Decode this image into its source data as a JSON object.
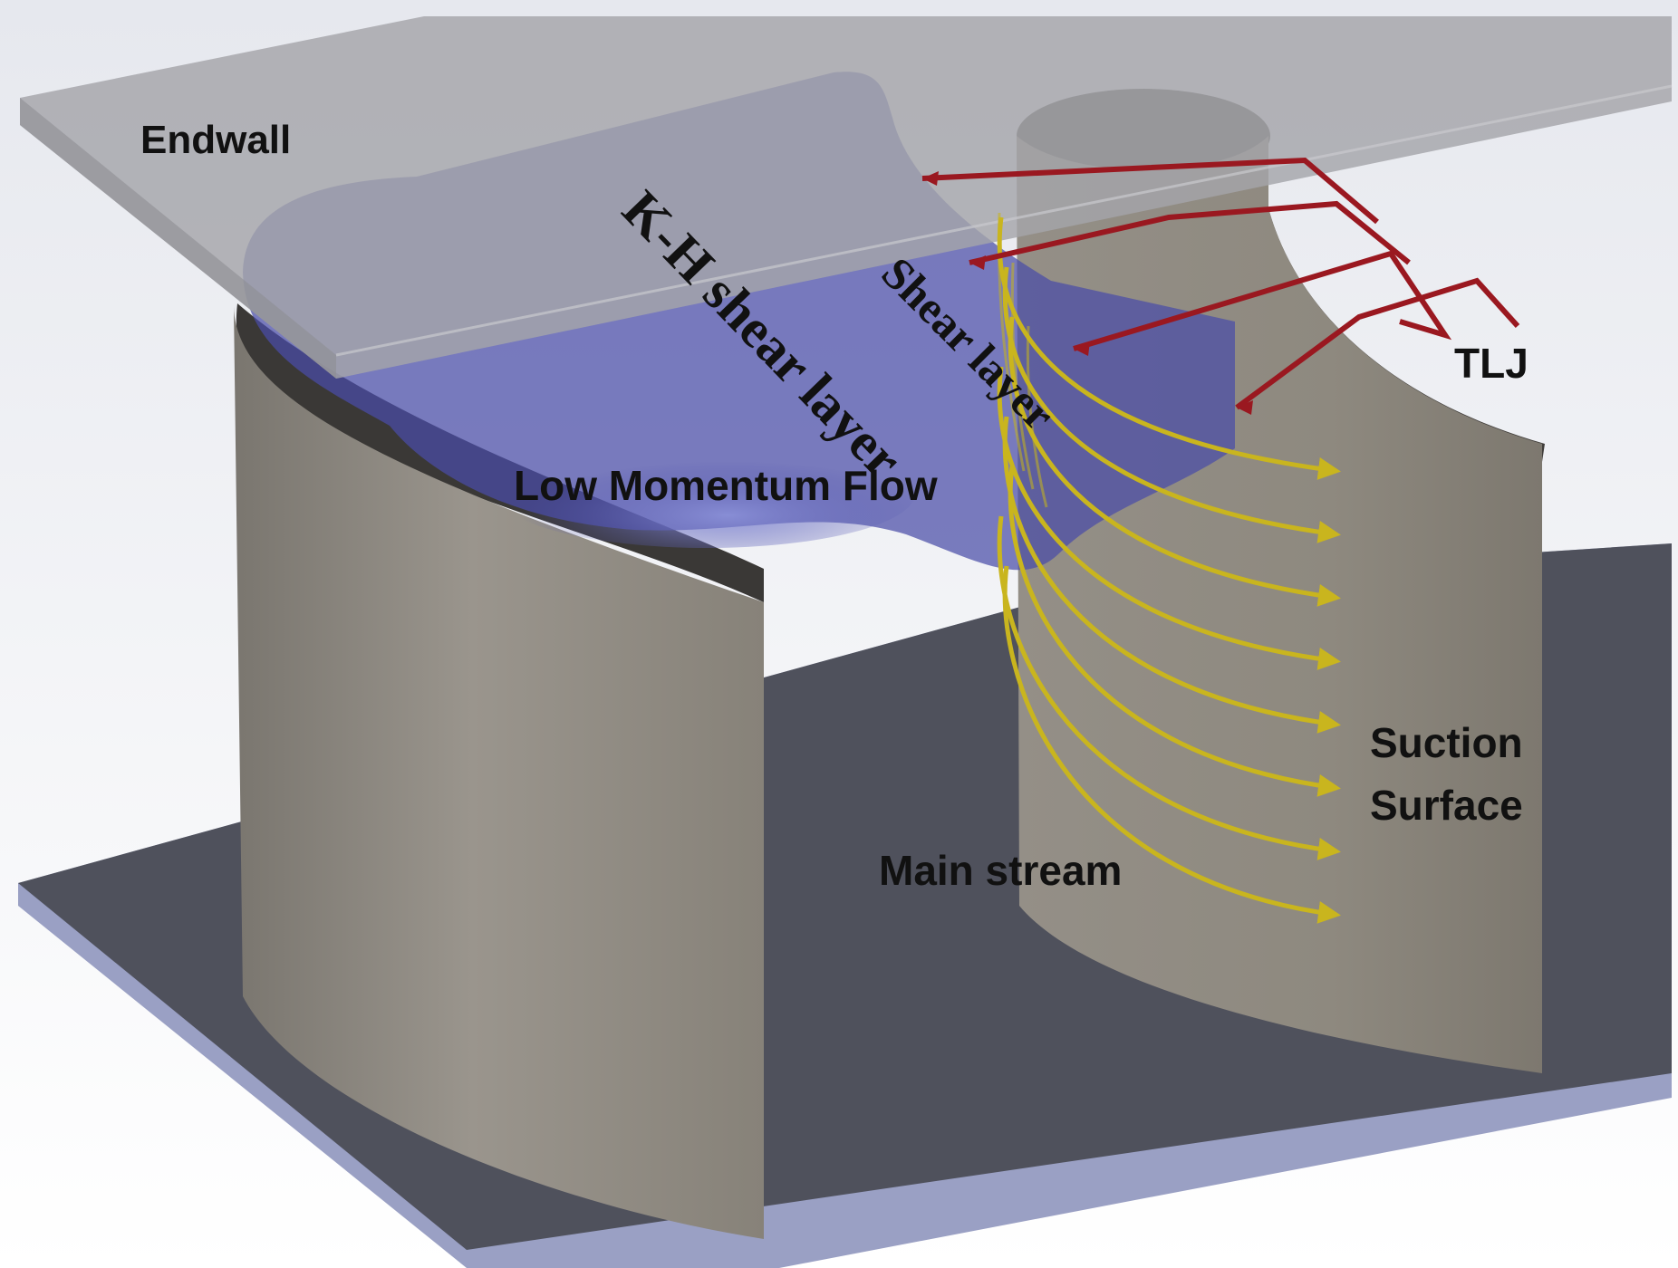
{
  "labels": {
    "endwall": "Endwall",
    "kh_shear_layer": "K-H shear layer",
    "shear_layer": "Shear layer",
    "tlj": "TLJ",
    "low_momentum_flow": "Low Momentum Flow",
    "suction_surface_line1": "Suction",
    "suction_surface_line2": "Surface",
    "main_stream": "Main stream"
  },
  "colors": {
    "endwall": "#a7a7aa",
    "floor": "#4f515c",
    "floor_edge": "#9aa0c4",
    "blade_face": "#8f8b84",
    "blade_shadow": "#3c3a37",
    "low_momentum_flow": "#4a4ca8",
    "tlj_arrows": "#9a1820",
    "main_stream_arrows": "#c8b820"
  }
}
